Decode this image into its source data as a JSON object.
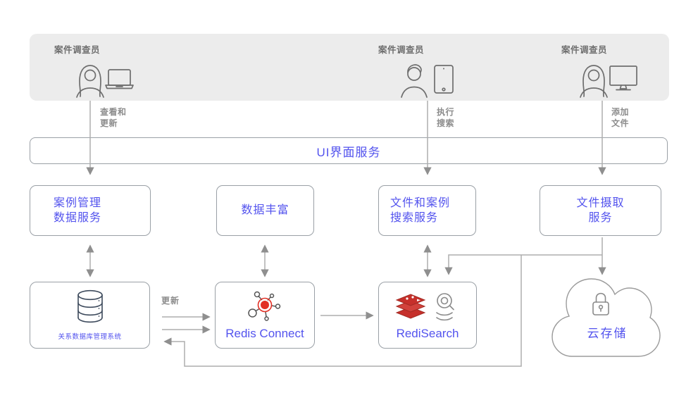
{
  "actors": [
    {
      "label": "案件调查员",
      "icon": "woman-laptop-icon"
    },
    {
      "label": "案件调查员",
      "icon": "man-tablet-icon"
    },
    {
      "label": "案件调查员",
      "icon": "woman-monitor-icon"
    }
  ],
  "flow_labels": [
    {
      "line1": "查看和",
      "line2": "更新"
    },
    {
      "line1": "执行",
      "line2": "搜索"
    },
    {
      "line1": "添加",
      "line2": "文件"
    }
  ],
  "ui_bar": {
    "label": "UI界面服务"
  },
  "services": [
    {
      "line1": "案例管理",
      "line2": "数据服务"
    },
    {
      "line1": "数据丰富",
      "line2": ""
    },
    {
      "line1": "文件和案例",
      "line2": "搜索服务"
    },
    {
      "line1": "文件摄取",
      "line2": "服务"
    }
  ],
  "data_nodes": {
    "rdbms": {
      "label": "关系数据库管理系统"
    },
    "redis_connect": {
      "label": "Redis Connect"
    },
    "redisearch": {
      "label": "RediSearch"
    },
    "cloud": {
      "label": "云存储"
    }
  },
  "edge_labels": {
    "update": "更新"
  },
  "colors": {
    "accent_blue": "#5353ee",
    "redis_red": "#c6302b",
    "actor_bar_bg": "#ececec",
    "line_gray": "#adadad",
    "arrowhead_gray": "#8f8f8f",
    "label_gray": "#6f6f6f"
  }
}
